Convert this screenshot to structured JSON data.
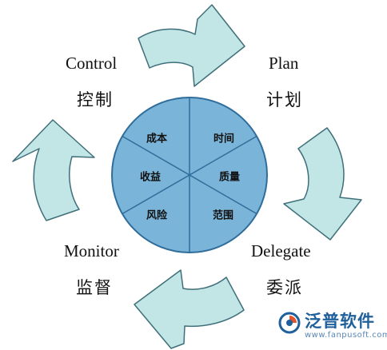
{
  "phases": {
    "control": {
      "en": "Control",
      "zh": "控制"
    },
    "plan": {
      "en": "Plan",
      "zh": "计划"
    },
    "delegate": {
      "en": "Delegate",
      "zh": "委派"
    },
    "monitor": {
      "en": "Monitor",
      "zh": "监督"
    }
  },
  "wheel": {
    "segments": [
      "时间",
      "质量",
      "范围",
      "风险",
      "收益",
      "成本"
    ]
  },
  "watermark": {
    "name": "泛普软件",
    "url": "www.fanpusoft.com"
  },
  "colors": {
    "arrow_fill": "#c2e6e6",
    "arrow_stroke": "#3f6f7a",
    "wheel_fill": "#7ab4d8",
    "wheel_stroke": "#2f6d9b",
    "brand": "#1f5f9a"
  }
}
